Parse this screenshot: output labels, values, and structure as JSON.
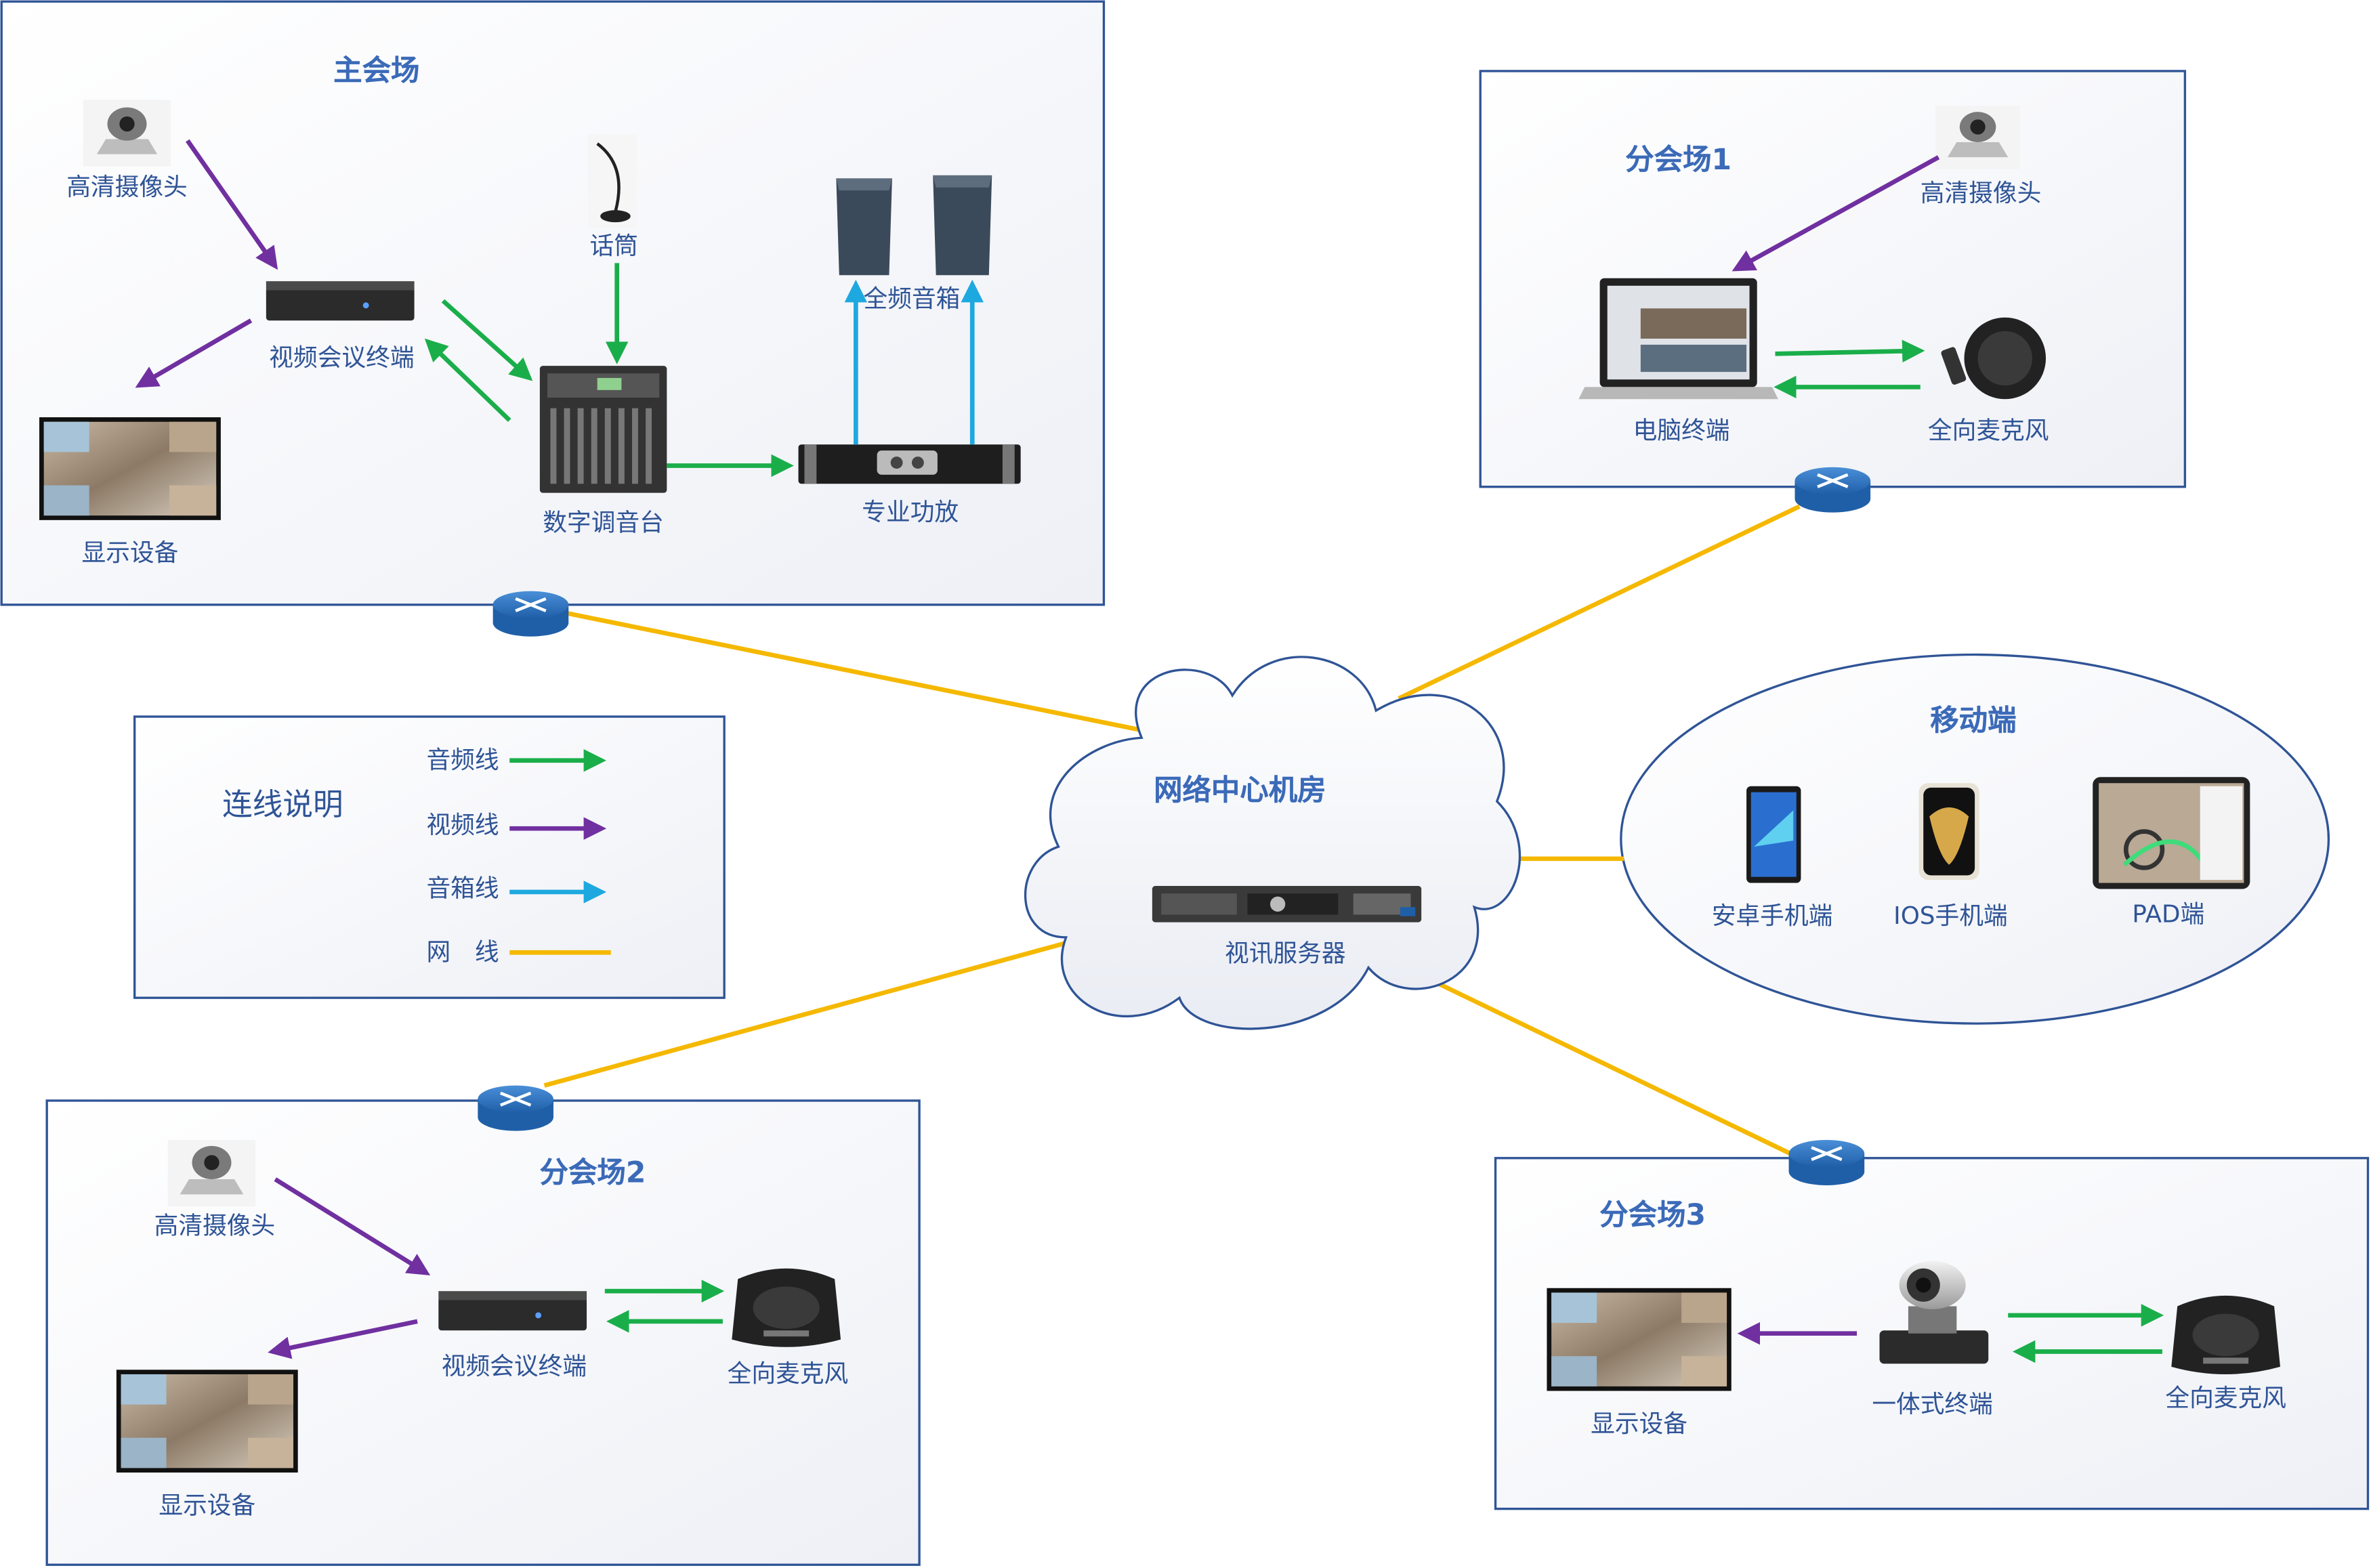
{
  "main_venue": {
    "title": "主会场",
    "camera": "高清摄像头",
    "terminal": "视频会议终端",
    "display": "显示设备",
    "mic": "话筒",
    "mixer": "数字调音台",
    "speakers": "全频音箱",
    "amplifier": "专业功放"
  },
  "branch1": {
    "title": "分会场1",
    "camera": "高清摄像头",
    "pc": "电脑终端",
    "omni_mic": "全向麦克风"
  },
  "branch2": {
    "title": "分会场2",
    "camera": "高清摄像头",
    "terminal": "视频会议终端",
    "omni_mic": "全向麦克风",
    "display": "显示设备"
  },
  "branch3": {
    "title": "分会场3",
    "display": "显示设备",
    "all_in_one": "一体式终端",
    "omni_mic": "全向麦克风"
  },
  "center": {
    "title": "网络中心机房",
    "server": "视讯服务器"
  },
  "mobile": {
    "title": "移动端",
    "android": "安卓手机端",
    "ios": "IOS手机端",
    "pad": "PAD端"
  },
  "legend": {
    "title": "连线说明",
    "audio": "音频线",
    "video": "视频线",
    "speaker": "音箱线",
    "network": "网　线"
  },
  "colors": {
    "audio": "#1aae4a",
    "video": "#7030a0",
    "speaker": "#1ea8e0",
    "network": "#f5b800",
    "frame": "#2f5496"
  }
}
